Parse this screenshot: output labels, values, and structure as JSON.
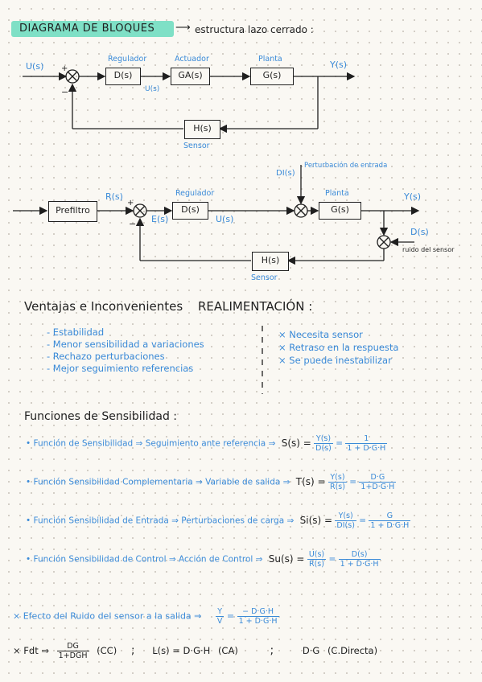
{
  "title": "DIAGRAMA DE BLOQUES",
  "title_suffix": "estructura lazo cerrado :",
  "diagram1": {
    "input": "U(s)",
    "plus": "+",
    "minus": "−",
    "regulador_label": "Regulador",
    "actuador_label": "Actuador",
    "planta_label": "Planta",
    "d_block": "D(s)",
    "ga_block": "GA(s)",
    "g_block": "G(s)",
    "u_signal": "U(s)",
    "output": "Y(s)",
    "h_block": "H(s)",
    "sensor_label": "Sensor"
  },
  "diagram2": {
    "prefiltro": "Prefiltro",
    "r_signal": "R(s)",
    "plus": "+",
    "minus": "−",
    "e_signal": "E(s)",
    "regulador_label": "Regulador",
    "d_block": "D(s)",
    "u_signal": "U(s)",
    "di_signal": "DI(s)",
    "perturbacion_label": "Perturbación de entrada",
    "planta_label": "Planta",
    "g_block": "G(s)",
    "output": "Y(s)",
    "d_noise": "D(s)",
    "ruido_label": "ruido del sensor",
    "h_block": "H(s)",
    "sensor_label": "Sensor"
  },
  "ventajas": {
    "heading_a": "Ventajas e Inconvenientes",
    "heading_b": "REALIMENTACIÓN :",
    "pros": [
      "- Estabilidad",
      "- Menor sensibilidad a variaciones",
      "- Rechazo perturbaciones",
      "- Mejor seguimiento referencias"
    ],
    "cons": [
      "× Necesita sensor",
      "× Retraso en la respuesta",
      "× Se puede inestabilizar"
    ]
  },
  "funciones": {
    "heading": "Funciones de Sensibilidad :",
    "items": [
      {
        "label": "• Función de Sensibilidad ⇒ Seguimiento ante referencia ⇒",
        "expr": "S(s) =",
        "f1n": "Y(s)",
        "f1d": "D(s)",
        "f2n": "1",
        "f2d": "1 + D·G·H"
      },
      {
        "label": "• Función Sensibilidad Complementaria ⇒ Variable de salida ⇒",
        "expr": "T(s) =",
        "f1n": "Y(s)",
        "f1d": "R(s)",
        "f2n": "D·G",
        "f2d": "1+D·G·H"
      },
      {
        "label": "• Función Sensibilidad de Entrada ⇒ Perturbaciones de carga ⇒",
        "expr": "Si(s) =",
        "f1n": "Y(s)",
        "f1d": "DI(s)",
        "f2n": "G",
        "f2d": "1 + D·G·H"
      },
      {
        "label": "• Función Sensibilidad de Control ⇒ Acción de Control ⇒",
        "expr": "Su(s) =",
        "f1n": "U(s)",
        "f1d": "R(s)",
        "f2n": "D(s)",
        "f2d": "1 + D·G·H"
      }
    ]
  },
  "efecto": {
    "label": "× Efecto del Ruido del sensor a la salida ⇒",
    "f1n": "Y",
    "f1d": "V",
    "f2n": "− D·G·H",
    "f2d": "1 + D·G·H"
  },
  "fdt": {
    "label": "× Fdt ⇒",
    "fn": "DG",
    "fd": "1+DGH",
    "cc": "(CC)",
    "sep1": ";",
    "ls": "L(s) = D·G·H",
    "ca": "(CA)",
    "sep2": ";",
    "dg": "D·G",
    "cd": "(C.Directa)"
  }
}
